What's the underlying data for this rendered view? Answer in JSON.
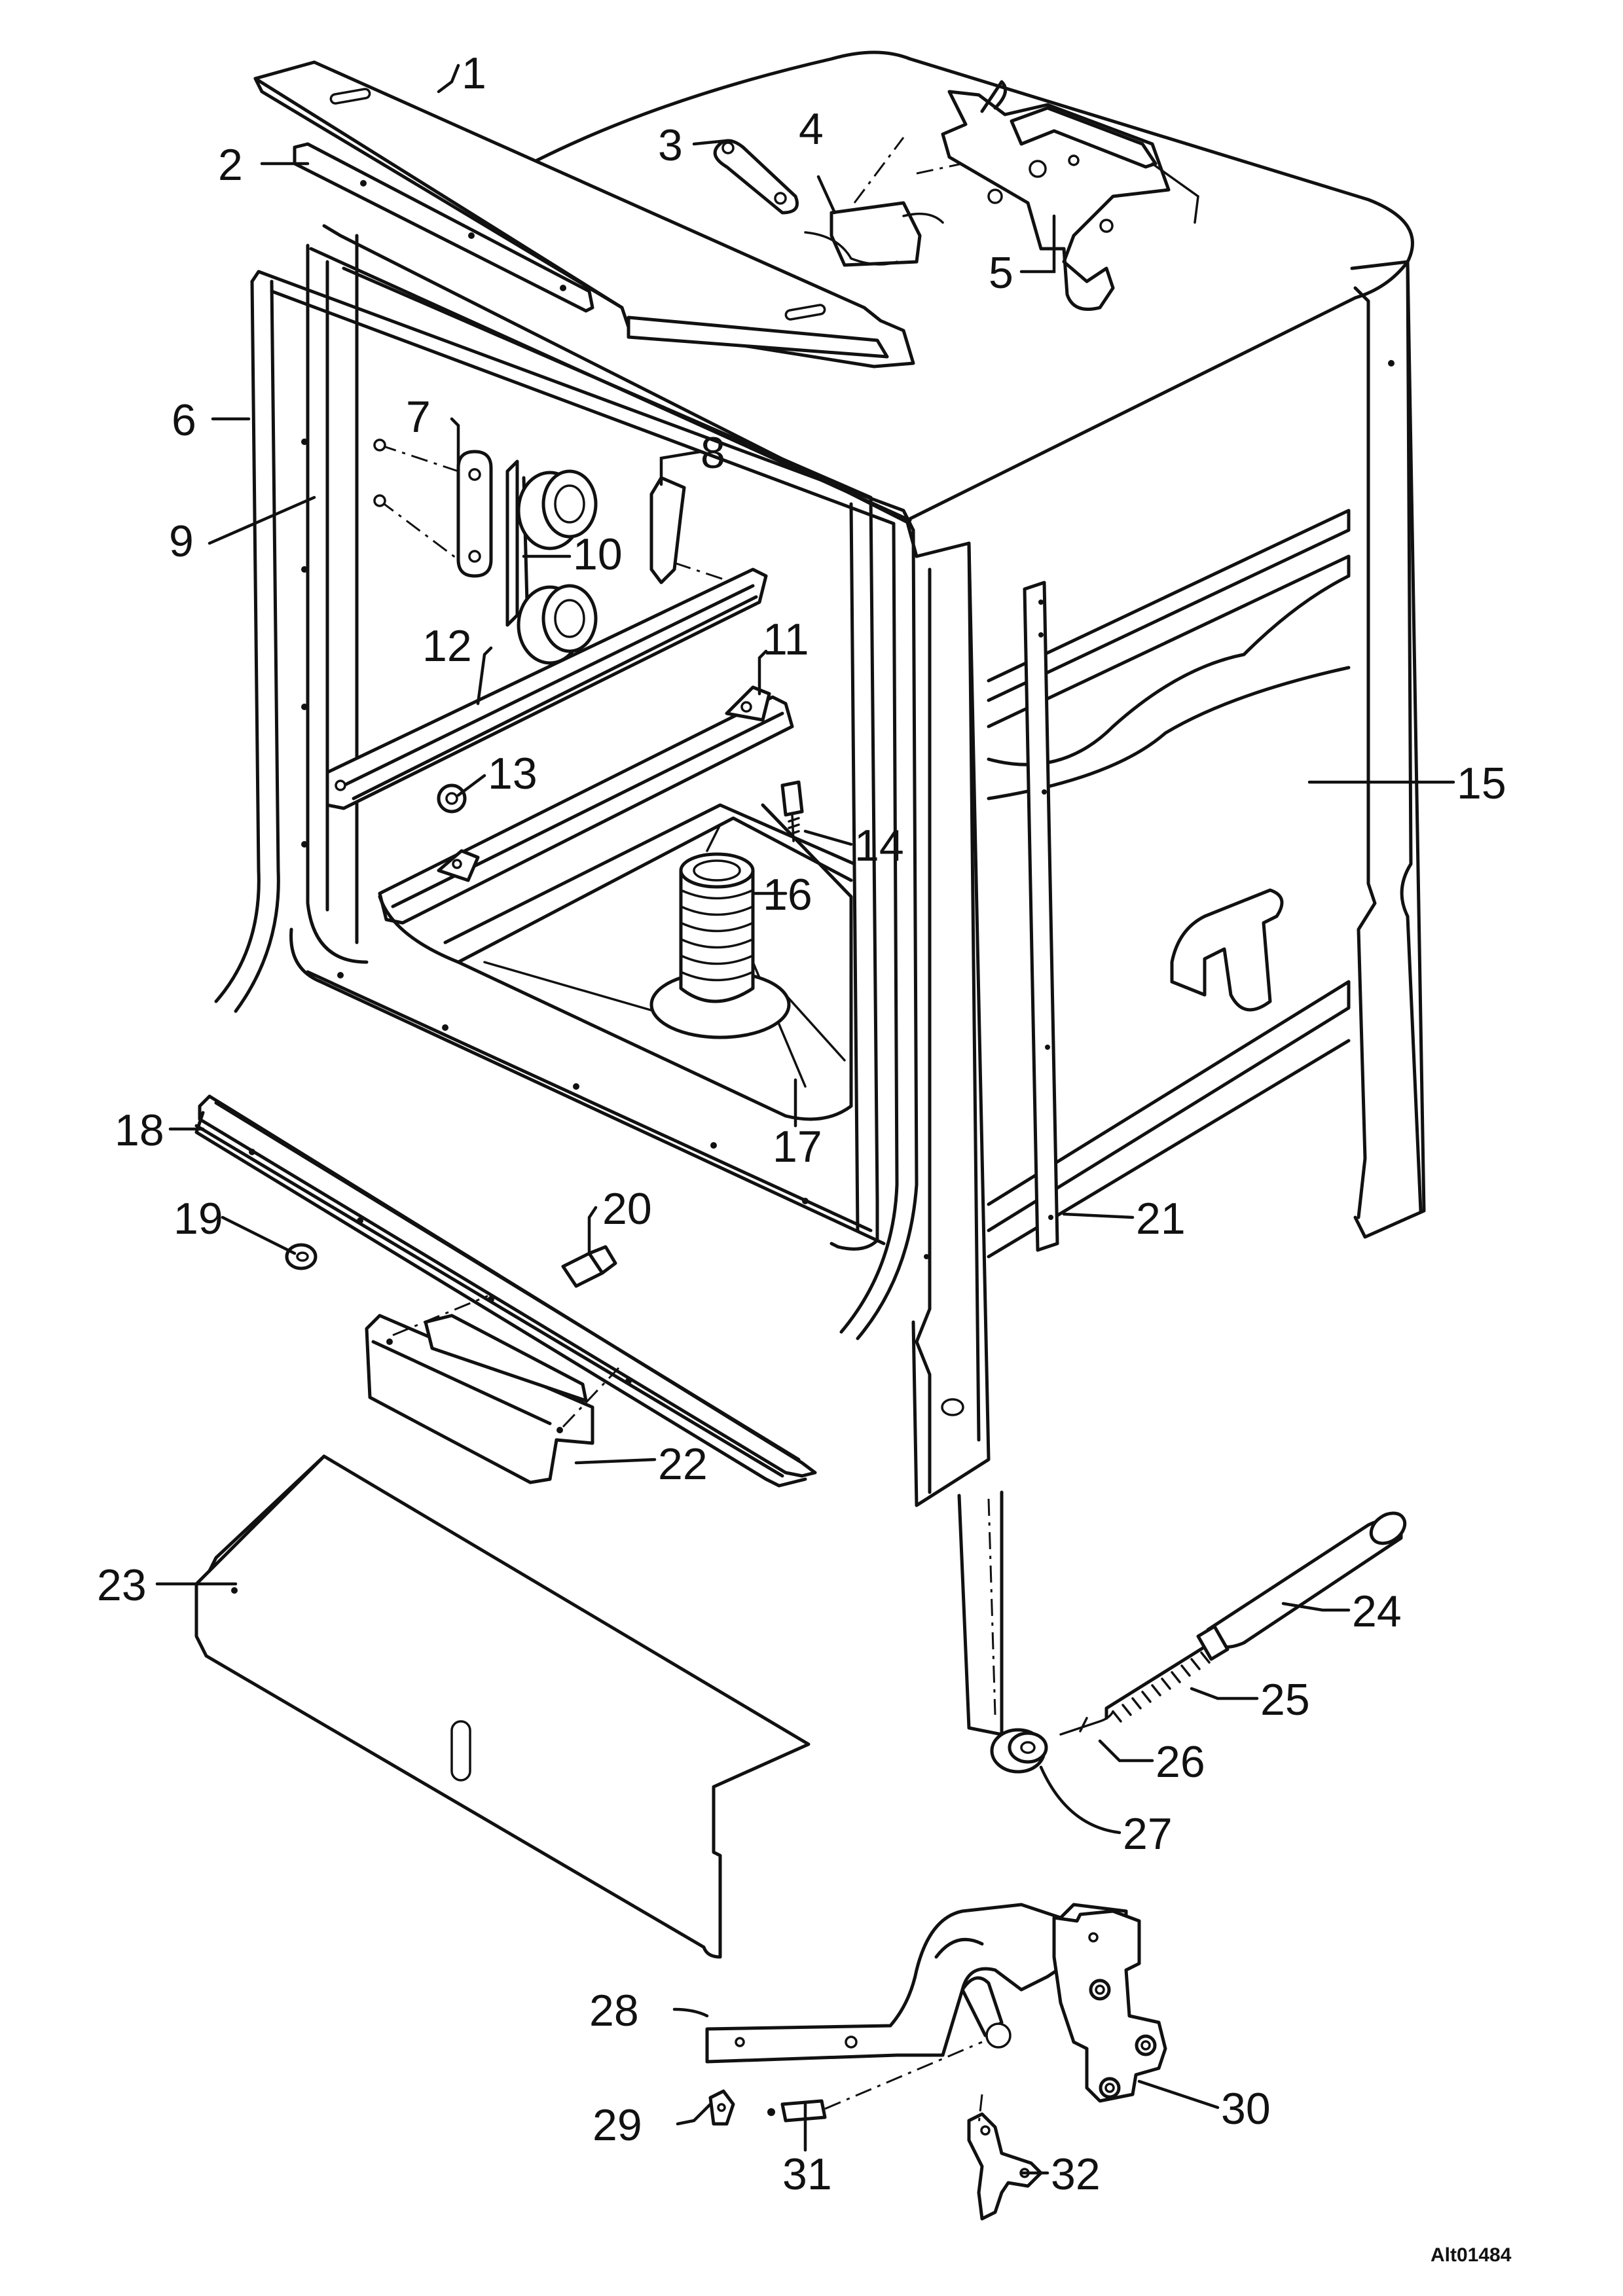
{
  "diagram": {
    "reference_code": "Alt01484",
    "callouts": [
      "1",
      "2",
      "3",
      "4",
      "5",
      "6",
      "7",
      "8",
      "9",
      "10",
      "11",
      "12",
      "13",
      "14",
      "15",
      "16",
      "17",
      "18",
      "19",
      "20",
      "21",
      "22",
      "23",
      "24",
      "25",
      "26",
      "27",
      "28",
      "29",
      "30",
      "31",
      "32"
    ]
  }
}
